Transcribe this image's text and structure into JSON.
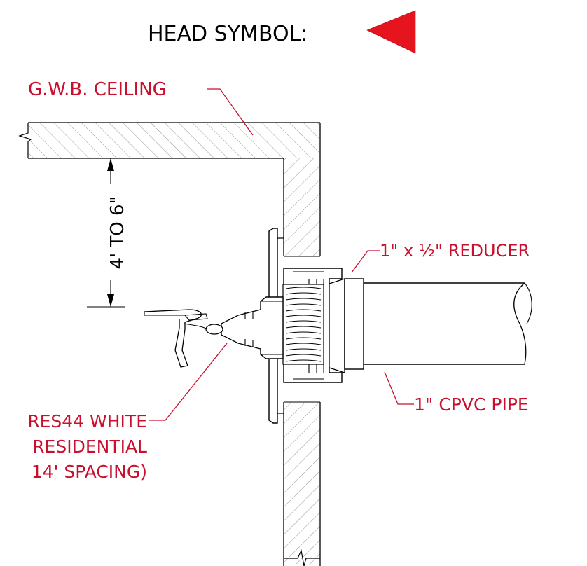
{
  "title": {
    "label": "HEAD SYMBOL:"
  },
  "labels": {
    "ceiling": "G.W.B. CEILING",
    "dimension": "4' TO 6\"",
    "reducer": "1\" x ½\" REDUCER",
    "pipe": "1\" CPVC PIPE",
    "sprinkler_line_1": "RES44 WHITE",
    "sprinkler_line_2": "RESIDENTIAL",
    "sprinkler_line_3": "14' SPACING)"
  },
  "colors": {
    "annotation": "#c8102e",
    "title_text": "#000000",
    "line": "#000000",
    "hatch": "#7a7a7a",
    "symbol": "#e5141f"
  }
}
